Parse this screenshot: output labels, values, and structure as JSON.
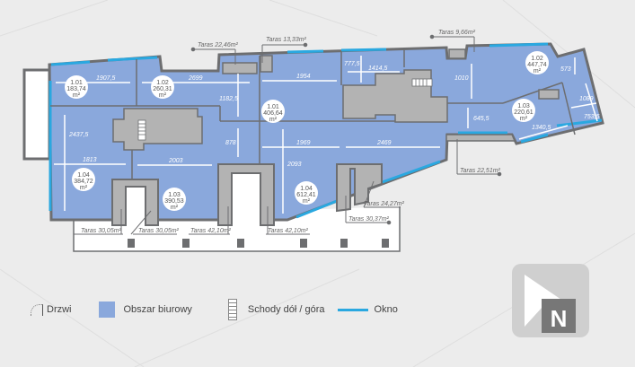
{
  "rooms": [
    {
      "id": "1.01",
      "area": "183,74",
      "unit": "m²"
    },
    {
      "id": "1.02",
      "area": "260,31",
      "unit": "m²"
    },
    {
      "id": "1.01",
      "area": "406,64",
      "unit": "m²"
    },
    {
      "id": "1.04",
      "area": "384,72",
      "unit": "m²"
    },
    {
      "id": "1.03",
      "area": "390,53",
      "unit": "m²"
    },
    {
      "id": "1.04",
      "area": "612,41",
      "unit": "m²"
    },
    {
      "id": "1.02",
      "area": "447,74",
      "unit": "m²"
    },
    {
      "id": "1.03",
      "area": "220,61",
      "unit": "m²"
    }
  ],
  "dimensions": [
    "1907,5",
    "2699",
    "1182,5",
    "2437,5",
    "1813",
    "2003",
    "878",
    "1954",
    "1969",
    "2093",
    "2469",
    "777,5",
    "1414,5",
    "1010",
    "645,5",
    "573",
    "1089",
    "753,5",
    "1340,5"
  ],
  "terraces": [
    "Taras 22,46m²",
    "Taras 13,33m²",
    "Taras 9,66m²",
    "Taras 22,51m²",
    "Taras 30,05m²",
    "Taras 30,05m²",
    "Taras 42,10m²",
    "Taras 42,10m²",
    "Taras 30,37m²",
    "Taras 24,27m²"
  ],
  "legend": {
    "door": "Drzwi",
    "office": "Obszar biurowy",
    "stairs": "Schody dół / góra",
    "window": "Okno"
  },
  "logo": {
    "letter": "N"
  },
  "colors": {
    "office": "#8aa8dc",
    "wall": "#6d6e70",
    "core": "#b3b3b3",
    "window": "#2aa8e0",
    "background": "#ececec"
  }
}
